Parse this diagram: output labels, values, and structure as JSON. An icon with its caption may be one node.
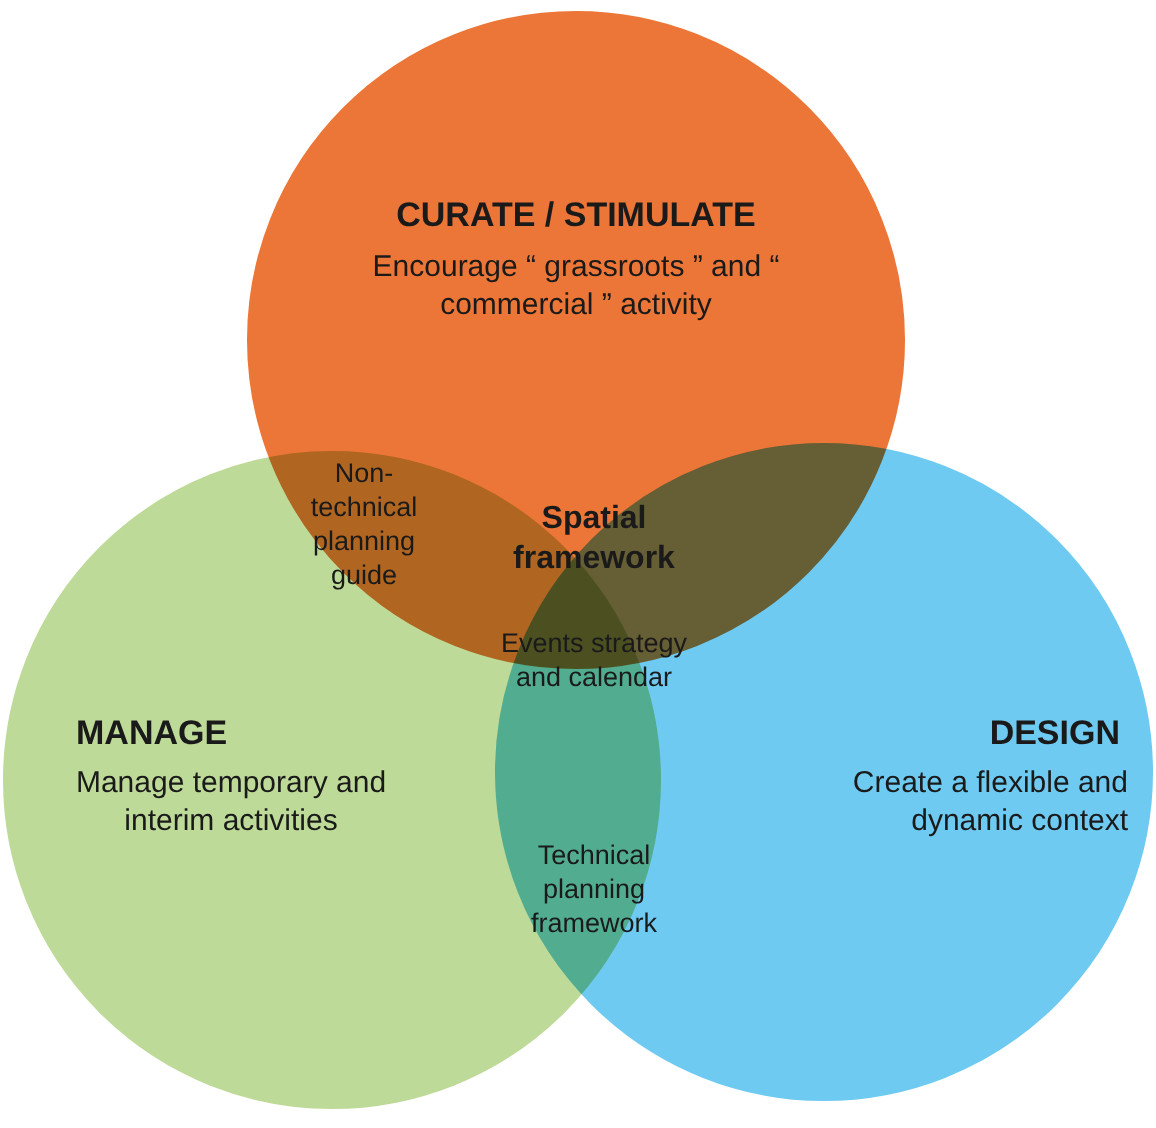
{
  "diagram": {
    "nodes": [
      {
        "text": [
          "CURATE / STIMULATE",
          "Encourage “ grassroots ” and “ commercial ” activity"
        ]
      },
      {
        "text": [
          "MANAGE",
          "Manage temporary and interim activities"
        ]
      },
      {
        "text": [
          "DESIGN",
          "Create a flexible and dynamic context"
        ]
      }
    ],
    "edges": [],
    "labels": [
      "Non-technical planning guide",
      "Spatial framework",
      "Events strategy and calendar",
      "Technical planning framework"
    ]
  }
}
